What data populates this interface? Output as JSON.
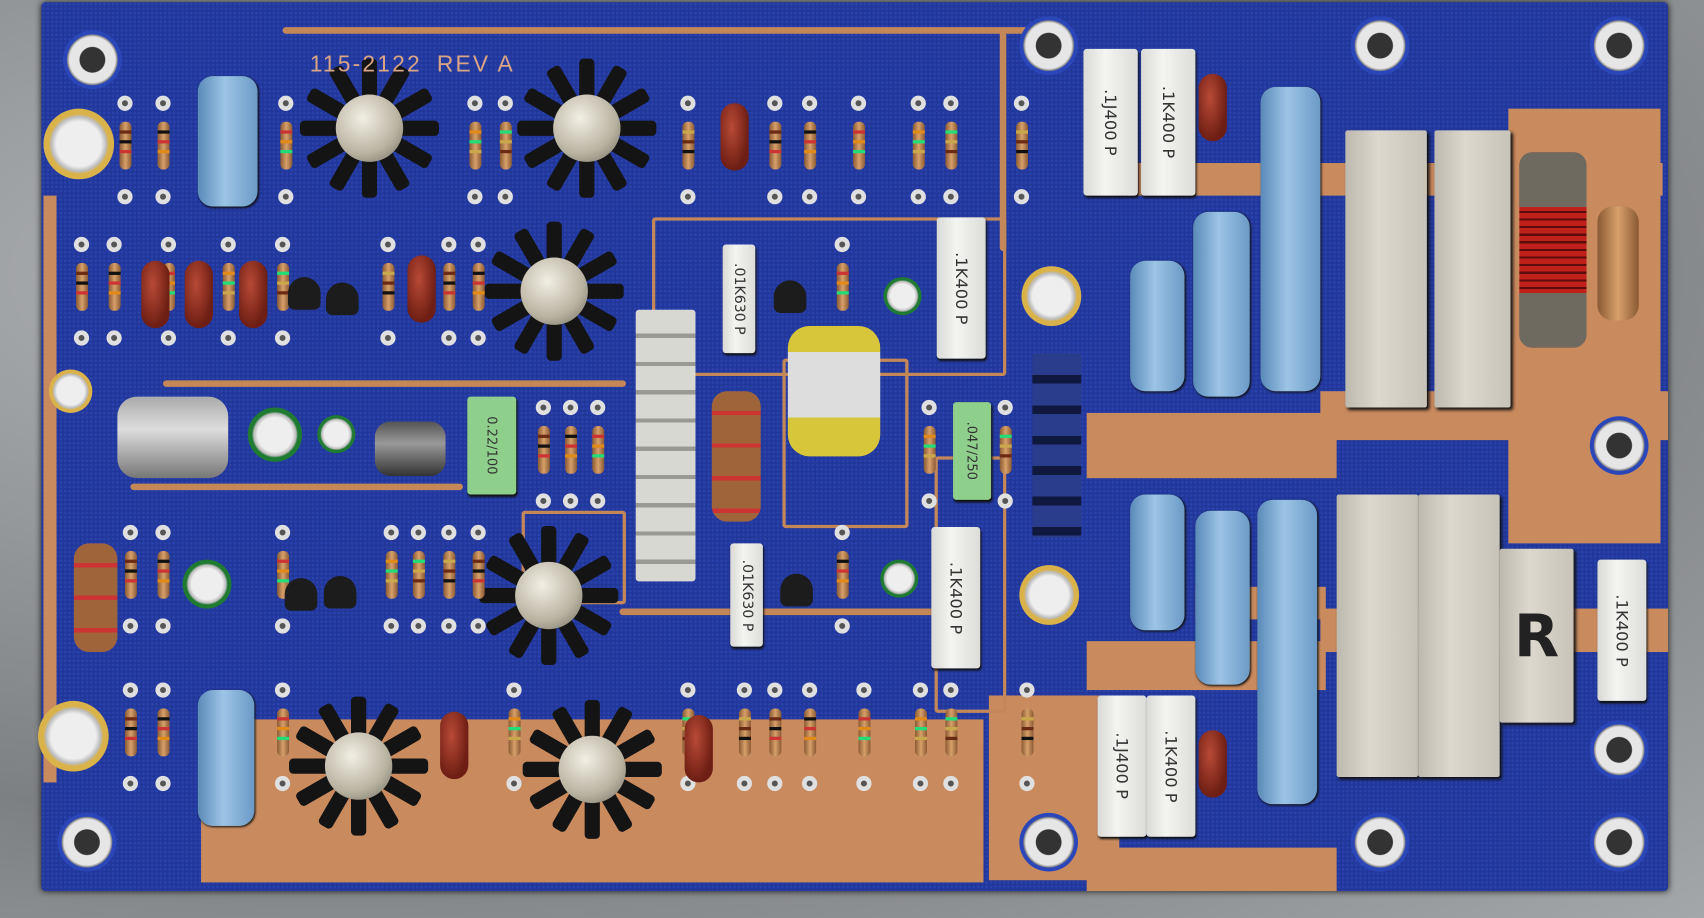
{
  "board": {
    "part_number": "115-2122",
    "revision": "REV A",
    "colors": {
      "solder_mask": "#22379a",
      "copper": "#c98a5e",
      "background": "#8e9194"
    }
  },
  "capacitor_labels": {
    "top_right_1": ".1J400 P",
    "top_right_2": ".1K400 P",
    "center_upper": ".1K400 P",
    "center_upper_small": ".01K630 P",
    "center_lower_small": ".01K630 P",
    "center_lower": ".1K400 P",
    "bottom_right_1": ".1J400 P",
    "bottom_right_2": ".1K400 P",
    "far_right": ".1K400 P",
    "green_left": "0.22/100",
    "green_center": ".047/250"
  },
  "resistor_marking": "R"
}
